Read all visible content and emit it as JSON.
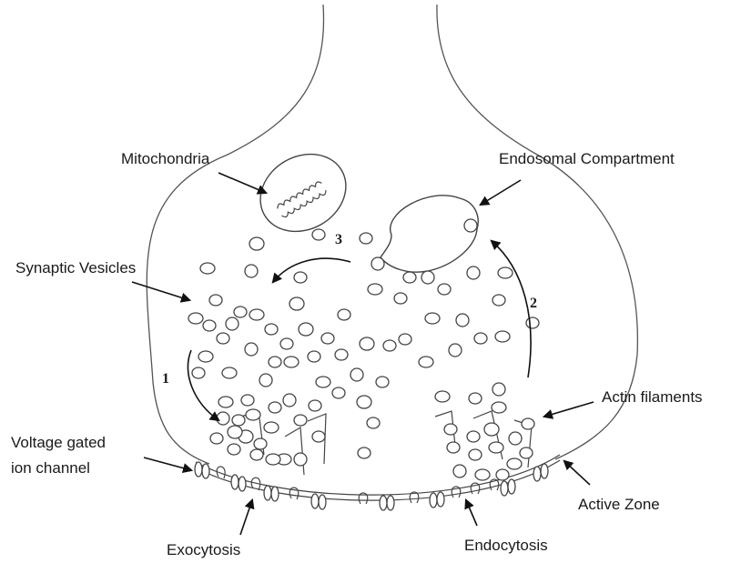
{
  "labels": {
    "mitochondria": "Mitochondria",
    "endosomal": "Endosomal Compartment",
    "synaptic_vesicles": "Synaptic Vesicles",
    "actin": "Actin filaments",
    "voltage_line1": "Voltage gated",
    "voltage_line2": "ion channel",
    "active_zone": "Active Zone",
    "exocytosis": "Exocytosis",
    "endocytosis": "Endocytosis"
  },
  "pathways": [
    "1",
    "2",
    "3"
  ]
}
